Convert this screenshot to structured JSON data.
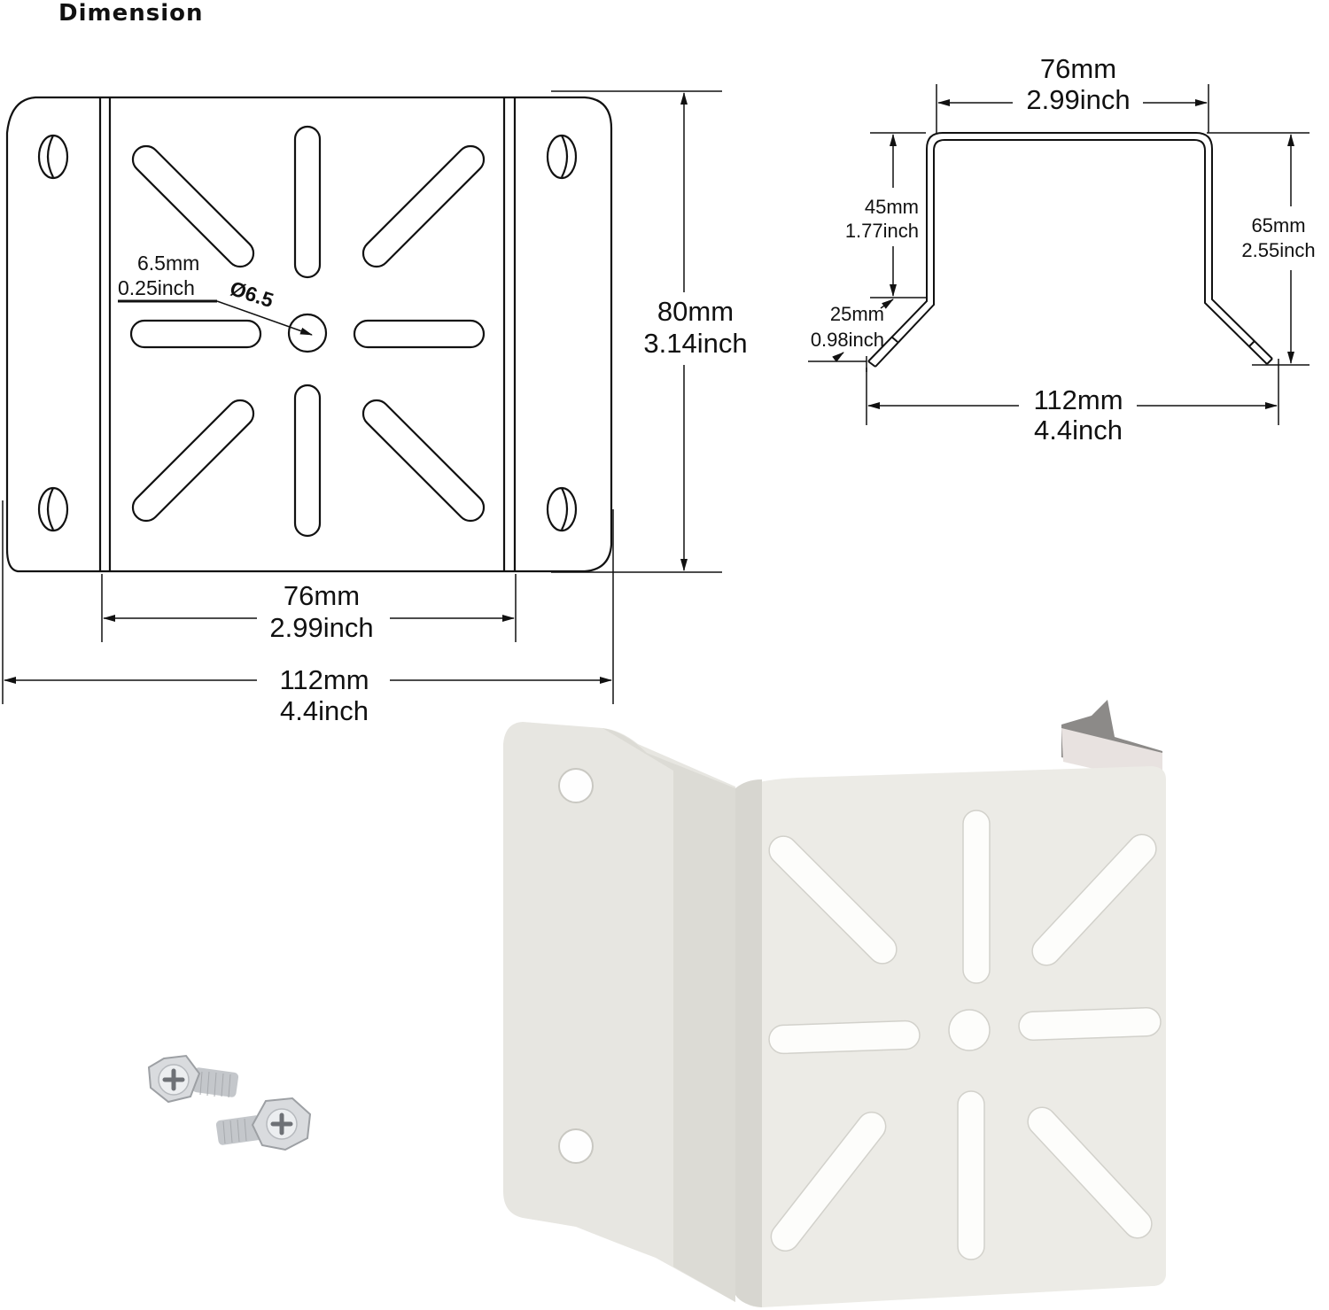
{
  "title": "Dimension",
  "front_view": {
    "hole_label": {
      "mm": "6.5mm",
      "inch": "0.25inch",
      "symbol": "Ø6.5"
    },
    "height": {
      "mm": "80mm",
      "inch": "3.14inch"
    },
    "inner_width": {
      "mm": "76mm",
      "inch": "2.99inch"
    },
    "outer_width": {
      "mm": "112mm",
      "inch": "4.4inch"
    }
  },
  "side_view": {
    "top_width": {
      "mm": "76mm",
      "inch": "2.99inch"
    },
    "inner_height": {
      "mm": "45mm",
      "inch": "1.77inch"
    },
    "flange": {
      "mm": "25mm",
      "inch": "0.98inch"
    },
    "total_height": {
      "mm": "65mm",
      "inch": "2.55inch"
    },
    "bottom_width": {
      "mm": "112mm",
      "inch": "4.4inch"
    }
  },
  "photos": {
    "bracket": "white corner mounting bracket photo",
    "screws": "two phillips hex screws photo"
  },
  "colors": {
    "line": "#111111",
    "bracket_white": "#ecebe6",
    "bracket_shadow": "#d9d8d2",
    "screw_metal": "#b9bcc0"
  }
}
